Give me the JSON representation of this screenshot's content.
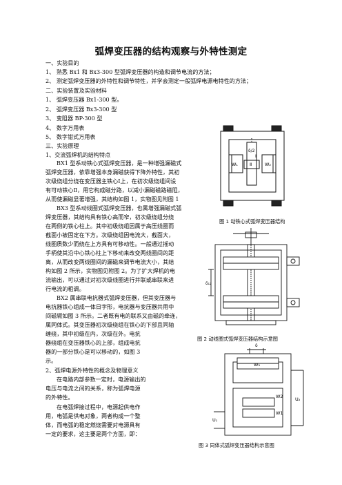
{
  "title": "弧焊变压器的结构观察与外特性测定",
  "lines": [
    "一、实验目的",
    "1、 熟悉 Bx1 和 Bx3-300 型弧焊变压器的构造和调节电流的方法；",
    "2、 测定弧焊变压器的外特性和调节特性，并学会测定一般弧焊电源电特性的方法；",
    "二、实验装置及实验材料",
    "1、 弧焊变压器 Bx1-300 型。",
    "2、 弧焊变压器 Bx3-300 型",
    "3、 变阻器  BP-300 型",
    "4、 数字万用表",
    "5、 数字钳式万用表",
    "三、实验原理",
    "1、交流弧焊机的结构特点"
  ],
  "paragraphs": [
    "BX1 型系动铁心式弧焊变压器，是一种增强漏磁式",
    "弧焊变压器，依靠增强本身漏磁获得下降外特性，其初",
    "次级绕组分绕在变压器主铁心Ⅰ上，在初次级绕组间设",
    "有可动铁心Ⅱ，用它构成磁分路，以减小漏磁磁路磁阻，",
    "从而使漏磁显著增强，其结构如图 1，实物图见附图 1",
    "BX3 型系动线圈式弧焊变压器，也属增强漏磁式弧",
    "焊变压器，其结构具有铁心高而窄，初次级绕组分绕",
    "在两侧的铁心柱上。其中初级绕组因属于高压线圈而",
    "截面小被固定在下方。次级绕组因电流大，截面大，",
    "线圈质数少而绕在上方具有可移动性。一般通过摇动",
    "手柄使其沿中心铁心柱上下移动来改变两线圈间的距",
    "离，从而改变两线圈间的漏磁来调节电流大小，其结",
    "构如图 2 所示，实物图见附图 2。为了扩大焊机的电",
    "流输出，可以通过对初次级线圈进行并联或串联来进",
    "行电流的粗调。",
    "BX2 属串联电抗器式弧焊变压器，但其变压器与",
    "电抗器铁心组成一体日字形，电抗器与变压器共用中",
    "间磁轭如图 3 所示。二者既有电的联系又由磁的牵连，",
    "属同体式。其变压器初次级绕组在铁心的下部且同轴",
    "缠绕，其中初级在内，次级在外。电抗",
    "器绕组在变压器铁心的上部，组成电抗",
    "器的一部分铁心是可以移动的，如图 3",
    "示。",
    "2、弧焊电源外特性的概念及物理意义",
    "在电路内部参数一定时，电源输出的",
    "电压与电流之间的关系，称为弧焊电源",
    "的外特性。",
    "在电弧焊接过程中，电源起供电作",
    "用，电弧是供电对象，两者构成一个整",
    "体，而电弧的稳定燃烧需要对电源具有",
    "一定的要求，这主要是两个方面，即："
  ],
  "figures": {
    "fig1": {
      "caption": "图 1 动铁心式弧焊变压器结构",
      "labels": [
        "W₁",
        "W₂",
        "Ⅰ",
        "Ⅱ",
        "δ/2"
      ]
    },
    "fig2": {
      "caption": "图 2  动线圈式弧焊变压器结构示意图",
      "labels": [
        "δ₁₂"
      ]
    },
    "fig3": {
      "caption": "图 3  同体式弧焊变压器结构示意图",
      "labels": [
        "δ",
        "W₃",
        "W2",
        "W1",
        "U₁",
        "U₂"
      ]
    }
  }
}
